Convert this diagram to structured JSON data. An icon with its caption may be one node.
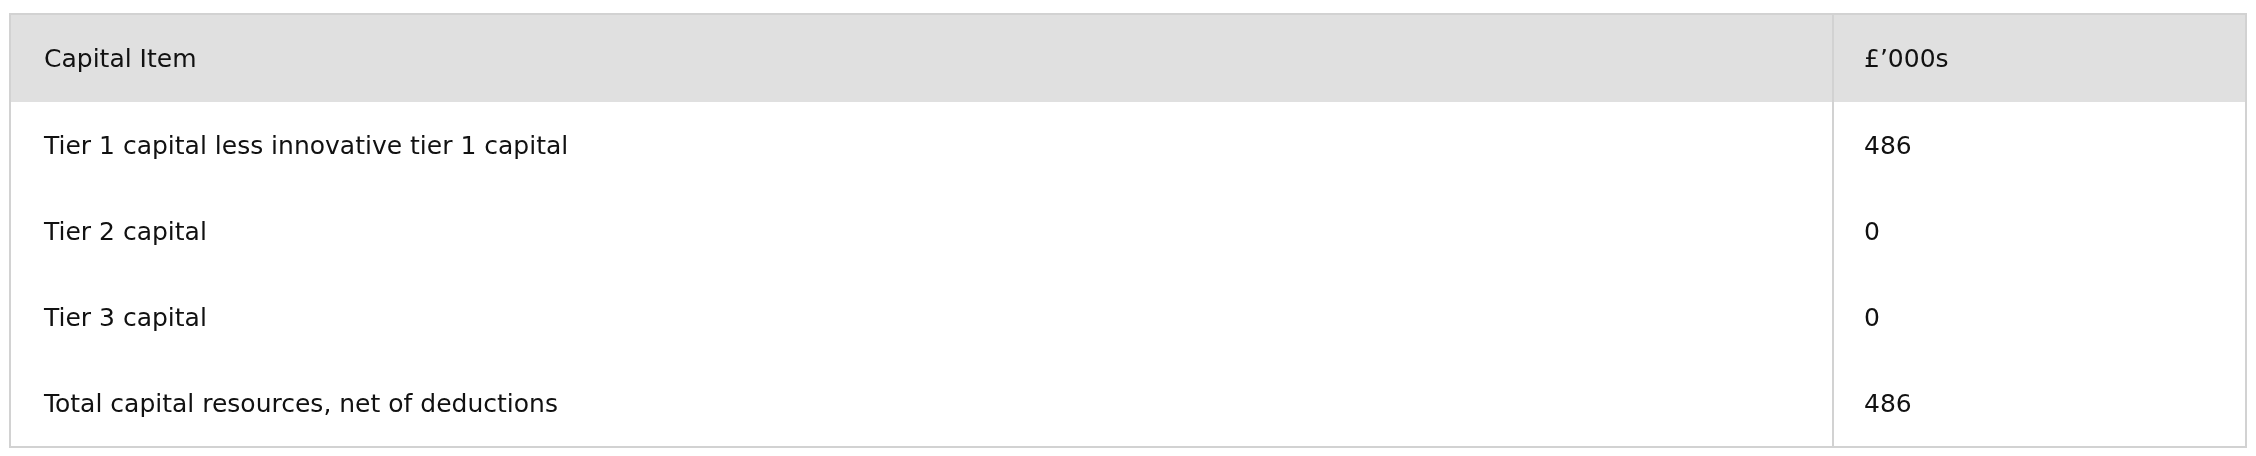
{
  "diagram": {
    "labels": [
      "Capital Item",
      "£’000s",
      "Tier 1 capital less innovative tier 1 capital",
      "486",
      "Tier 2 capital",
      "0",
      "Tier 3 capital",
      "0",
      "Total capital resources, net of deductions",
      "486"
    ]
  }
}
